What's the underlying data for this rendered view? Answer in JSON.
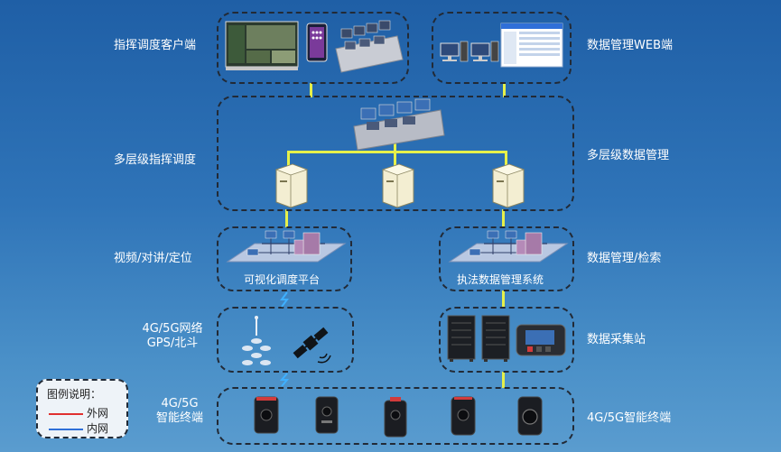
{
  "labels": {
    "client": "指挥调度客户端",
    "web": "数据管理WEB端",
    "multi_cmd": "多层级指挥调度",
    "multi_data": "多层级数据管理",
    "video": "视频/对讲/定位",
    "data_search": "数据管理/检索",
    "network_1": "4G/5G网络",
    "network_2": "GPS/北斗",
    "collect": "数据采集站",
    "terminal_left_1": "4G/5G",
    "terminal_left_2": "智能终端",
    "terminal_right": "4G/5G智能终端"
  },
  "platforms": {
    "visual": "可视化调度平台",
    "law": "执法数据管理系统"
  },
  "legend": {
    "title": "图例说明：",
    "external": "外网",
    "internal": "内网",
    "external_color": "#e03030",
    "internal_color": "#2f6fd8"
  },
  "colors": {
    "connector": "#e6f04a",
    "box_border": "#222a36"
  }
}
